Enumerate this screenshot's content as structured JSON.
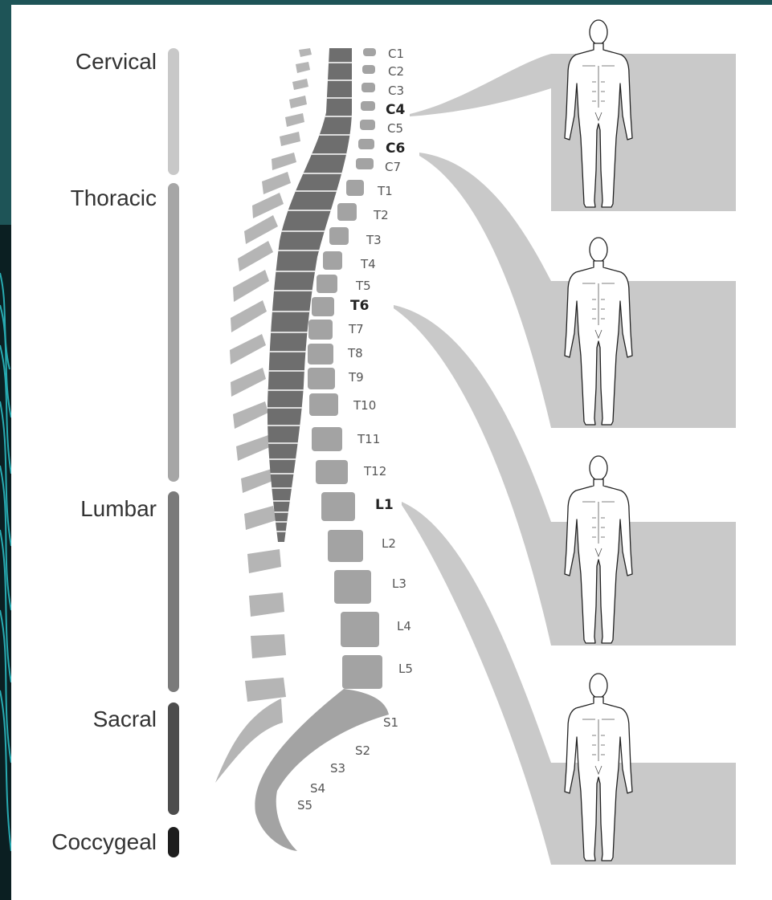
{
  "regions": [
    {
      "name": "Cervical",
      "color": "#c8c8c8"
    },
    {
      "name": "Thoracic",
      "color": "#a6a6a6"
    },
    {
      "name": "Lumbar",
      "color": "#7a7a7a"
    },
    {
      "name": "Sacral",
      "color": "#4d4d4d"
    },
    {
      "name": "Coccygeal",
      "color": "#1e1e1e"
    }
  ],
  "levels": [
    "C1",
    "C2",
    "C3",
    "C4",
    "C5",
    "C6",
    "C7",
    "T1",
    "T2",
    "T3",
    "T4",
    "T5",
    "T6",
    "T7",
    "T8",
    "T9",
    "T10",
    "T11",
    "T12",
    "L1",
    "L2",
    "L3",
    "L4",
    "L5",
    "S1",
    "S2",
    "S3",
    "S4",
    "S5"
  ],
  "highlighted_levels": [
    "C4",
    "C6",
    "T6",
    "L1"
  ],
  "colors": {
    "panel": "#ffffff",
    "shading": "#c9c9c9",
    "vertebra": "#a3a3a3",
    "cord": "#6e6e6e",
    "background_accent": "#1fb5c0"
  },
  "icons": {
    "figure": "human-body-outline-icon"
  }
}
